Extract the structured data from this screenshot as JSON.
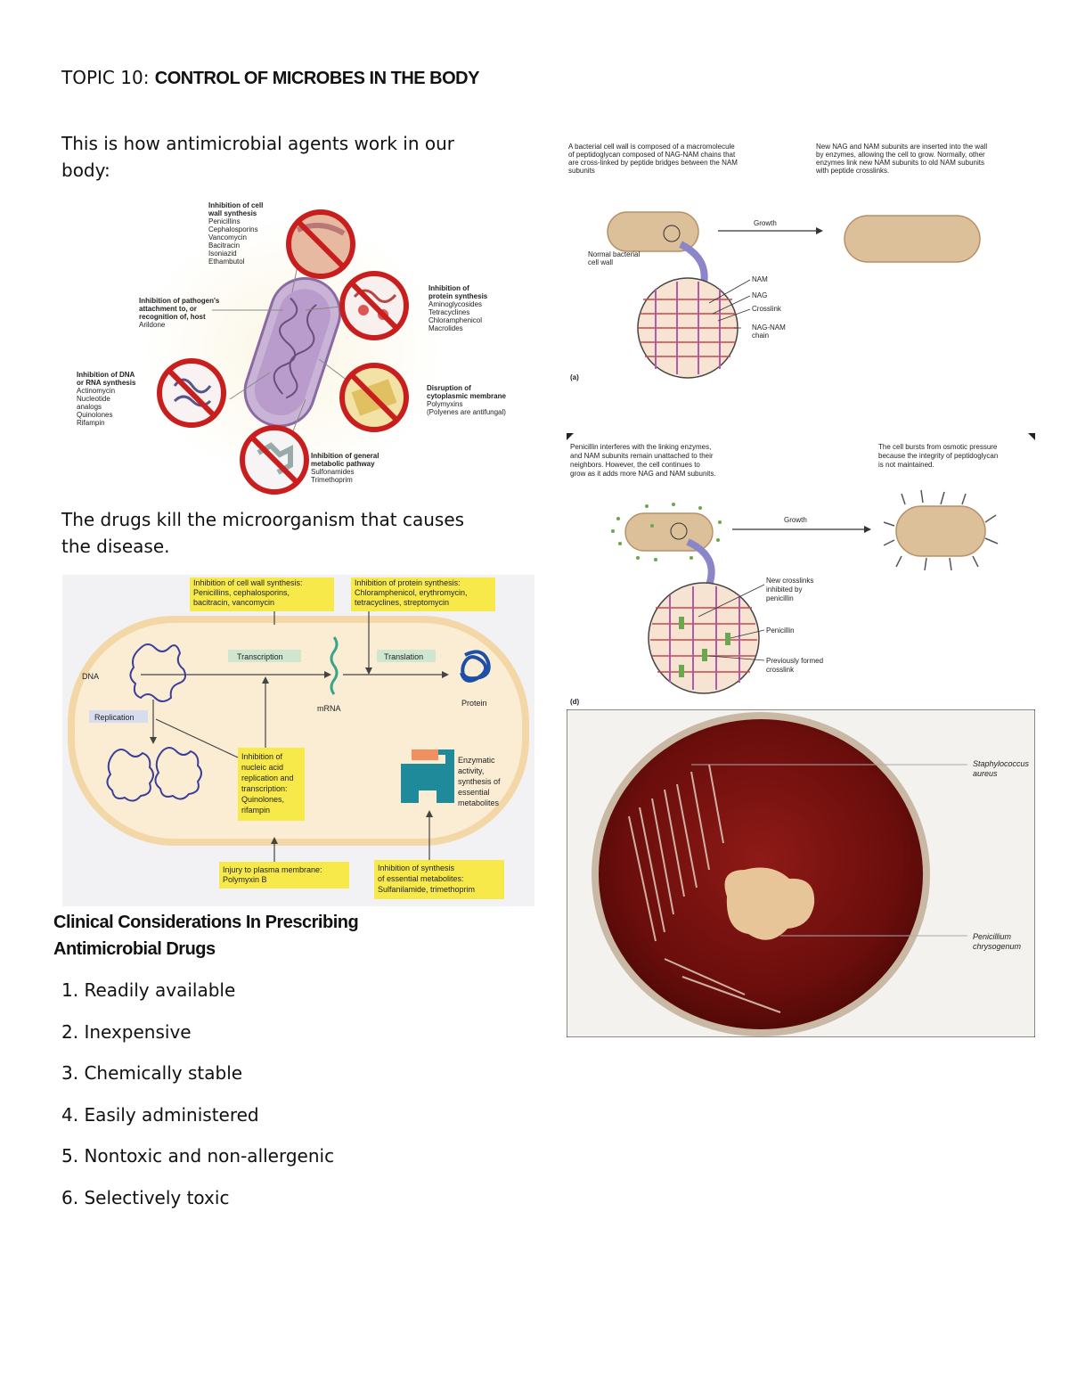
{
  "header": {
    "topic_prefix": "TOPIC 10: ",
    "topic_title": "CONTROL OF MICROBES IN THE BODY"
  },
  "intro": "This is how antimicrobial agents work in our body:",
  "after_fig1": "The drugs kill the microorganism that causes the disease.",
  "considerations": {
    "heading": "Clinical Considerations In Prescribing Antimicrobial Drugs",
    "items": [
      "1. Readily available",
      "2. Inexpensive",
      "3. Chemically stable",
      "4. Easily administered",
      "5. Nontoxic and non-allergenic",
      "6. Selectively toxic"
    ]
  },
  "fig1": {
    "cell_wall": [
      "Inhibition of cell",
      "wall synthesis",
      "Penicillins",
      "Cephalosporins",
      "Vancomycin",
      "Bacitracin",
      "Isoniazid",
      "Ethambutol"
    ],
    "attachment": [
      "Inhibition of pathogen's",
      "attachment to, or",
      "recognition of, host",
      "Arildone"
    ],
    "protein": [
      "Inhibition of",
      "protein synthesis",
      "Aminoglycosides",
      "Tetracyclines",
      "Chloramphenicol",
      "Macrolides"
    ],
    "dna": [
      "Inhibition of DNA",
      "or RNA synthesis",
      "Actinomycin",
      "Nucleotide",
      "analogs",
      "Quinolones",
      "Rifampin"
    ],
    "membrane": [
      "Disruption of",
      "cytoplasmic membrane",
      "Polymyxins",
      "(Polyenes are antifungal)"
    ],
    "metabolic": [
      "Inhibition of general",
      "metabolic pathway",
      "Sulfonamides",
      "Trimethoprim"
    ]
  },
  "fig2": {
    "cell_wall_box": [
      "Inhibition of cell wall synthesis:",
      "Penicillins, cephalosporins,",
      "bacitracin, vancomycin"
    ],
    "protein_box": [
      "Inhibition of protein synthesis:",
      "Chloramphenicol, erythromycin,",
      "tetracyclines, streptomycin"
    ],
    "dna": "DNA",
    "transcription": "Transcription",
    "mrna": "mRNA",
    "translation": "Translation",
    "protein": "Protein",
    "replication": "Replication",
    "nucleic_box": [
      "Inhibition of",
      "nucleic acid",
      "replication and",
      "transcription:",
      "Quinolones,",
      "rifampin"
    ],
    "enzymatic": [
      "Enzymatic",
      "activity,",
      "synthesis of",
      "essential",
      "metabolites"
    ],
    "membrane_box": [
      "Injury to plasma membrane:",
      "Polymyxin B"
    ],
    "metabolites_box": [
      "Inhibition of synthesis",
      "of essential metabolites:",
      "Sulfanilamide, trimethoprim"
    ]
  },
  "fig3": {
    "top_left": [
      "A bacterial cell wall is composed of a macromolecule",
      "of peptidoglycan composed of NAG-NAM chains that",
      "are cross-linked by peptide bridges between the NAM",
      "subunits"
    ],
    "top_right": [
      "New NAG and NAM subunits are inserted into the wall",
      "by enzymes, allowing the cell to grow. Normally, other",
      "enzymes link new NAM subunits to old NAM subunits",
      "with peptide crosslinks."
    ],
    "growth": "Growth",
    "normal_wall": [
      "Normal bacterial",
      "cell wall"
    ],
    "nam": "NAM",
    "nag": "NAG",
    "crosslink": "Crosslink",
    "chain": [
      "NAG-NAM",
      "chain"
    ],
    "panel_a": "(a)"
  },
  "fig4": {
    "top_left": [
      "Penicillin interferes with the linking enzymes,",
      "and NAM subunits remain unattached to their",
      "neighbors. However, the cell continues to",
      "grow as it adds more NAG and NAM subunits."
    ],
    "top_right": [
      "The cell bursts from osmotic pressure",
      "because the integrity of peptidoglycan",
      "is not maintained."
    ],
    "growth": "Growth",
    "new_crosslinks": [
      "New crosslinks",
      "inhibited by",
      "penicillin"
    ],
    "penicillin": "Penicillin",
    "previous": [
      "Previously formed",
      "crosslink"
    ],
    "panel_d": "(d)"
  },
  "fig5": {
    "staph": [
      "Staphylococcus",
      "aureus"
    ],
    "penicillium": [
      "Penicillium",
      "chrysogenum"
    ]
  }
}
